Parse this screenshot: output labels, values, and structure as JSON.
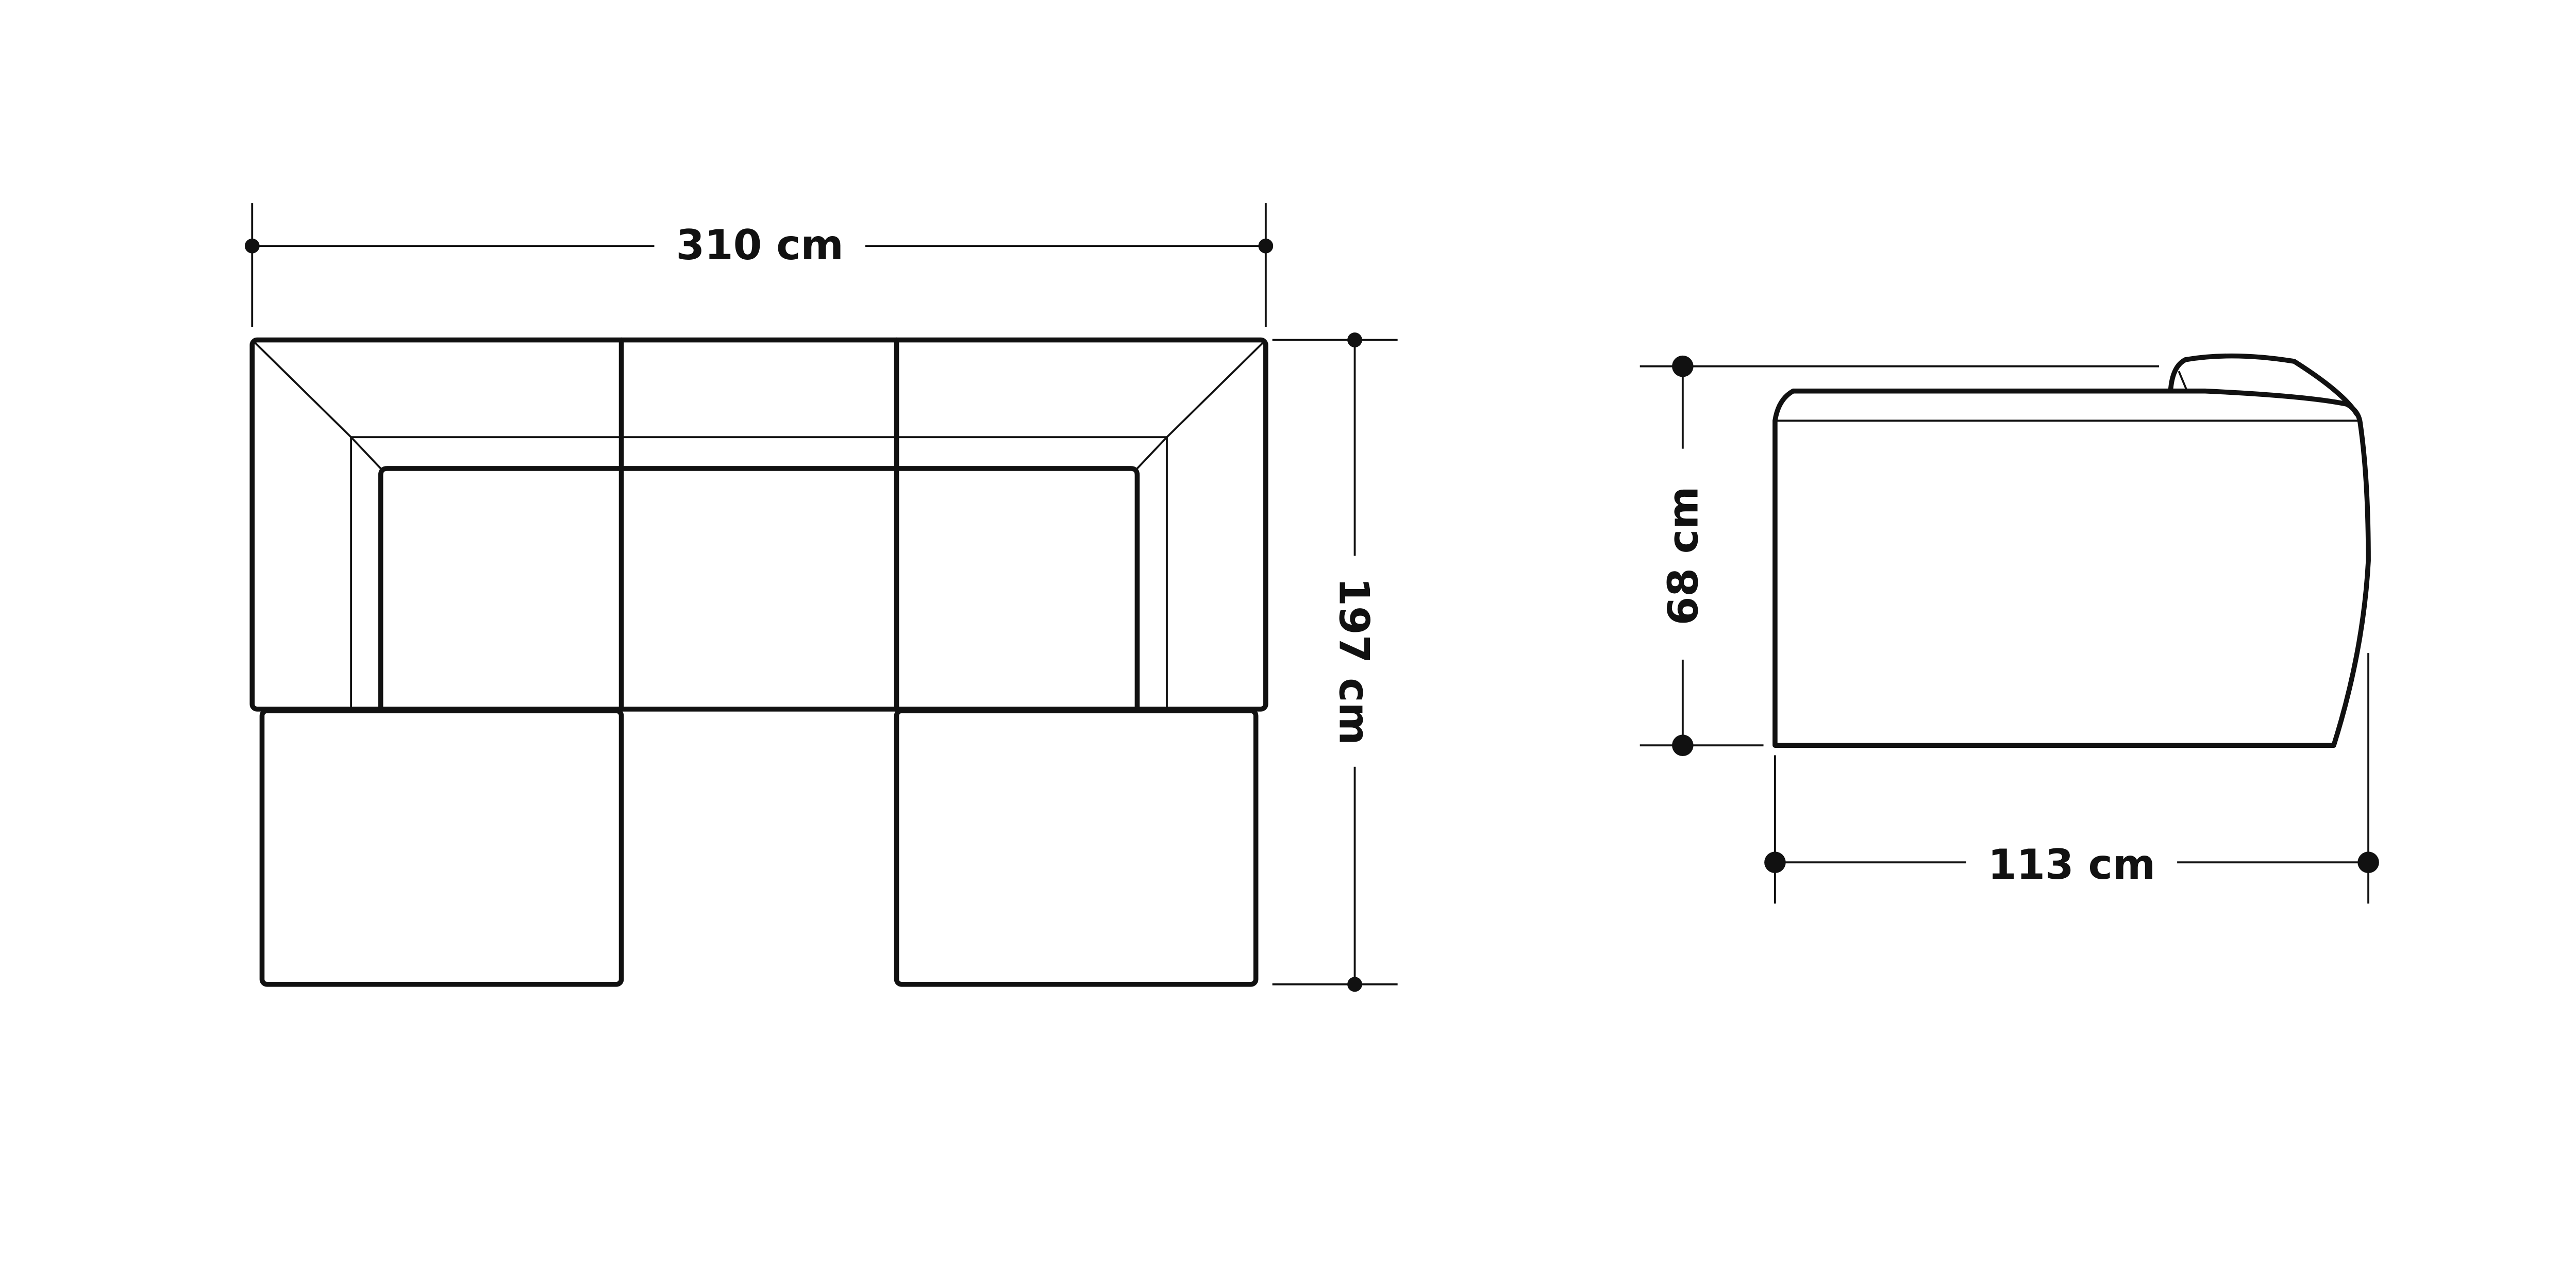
{
  "colors": {
    "line": "#111111",
    "background": "#ffffff"
  },
  "top_view": {
    "width_label": "310 cm",
    "depth_label": "197 cm"
  },
  "side_view": {
    "height_label": "68 cm",
    "depth_label": "113 cm"
  }
}
